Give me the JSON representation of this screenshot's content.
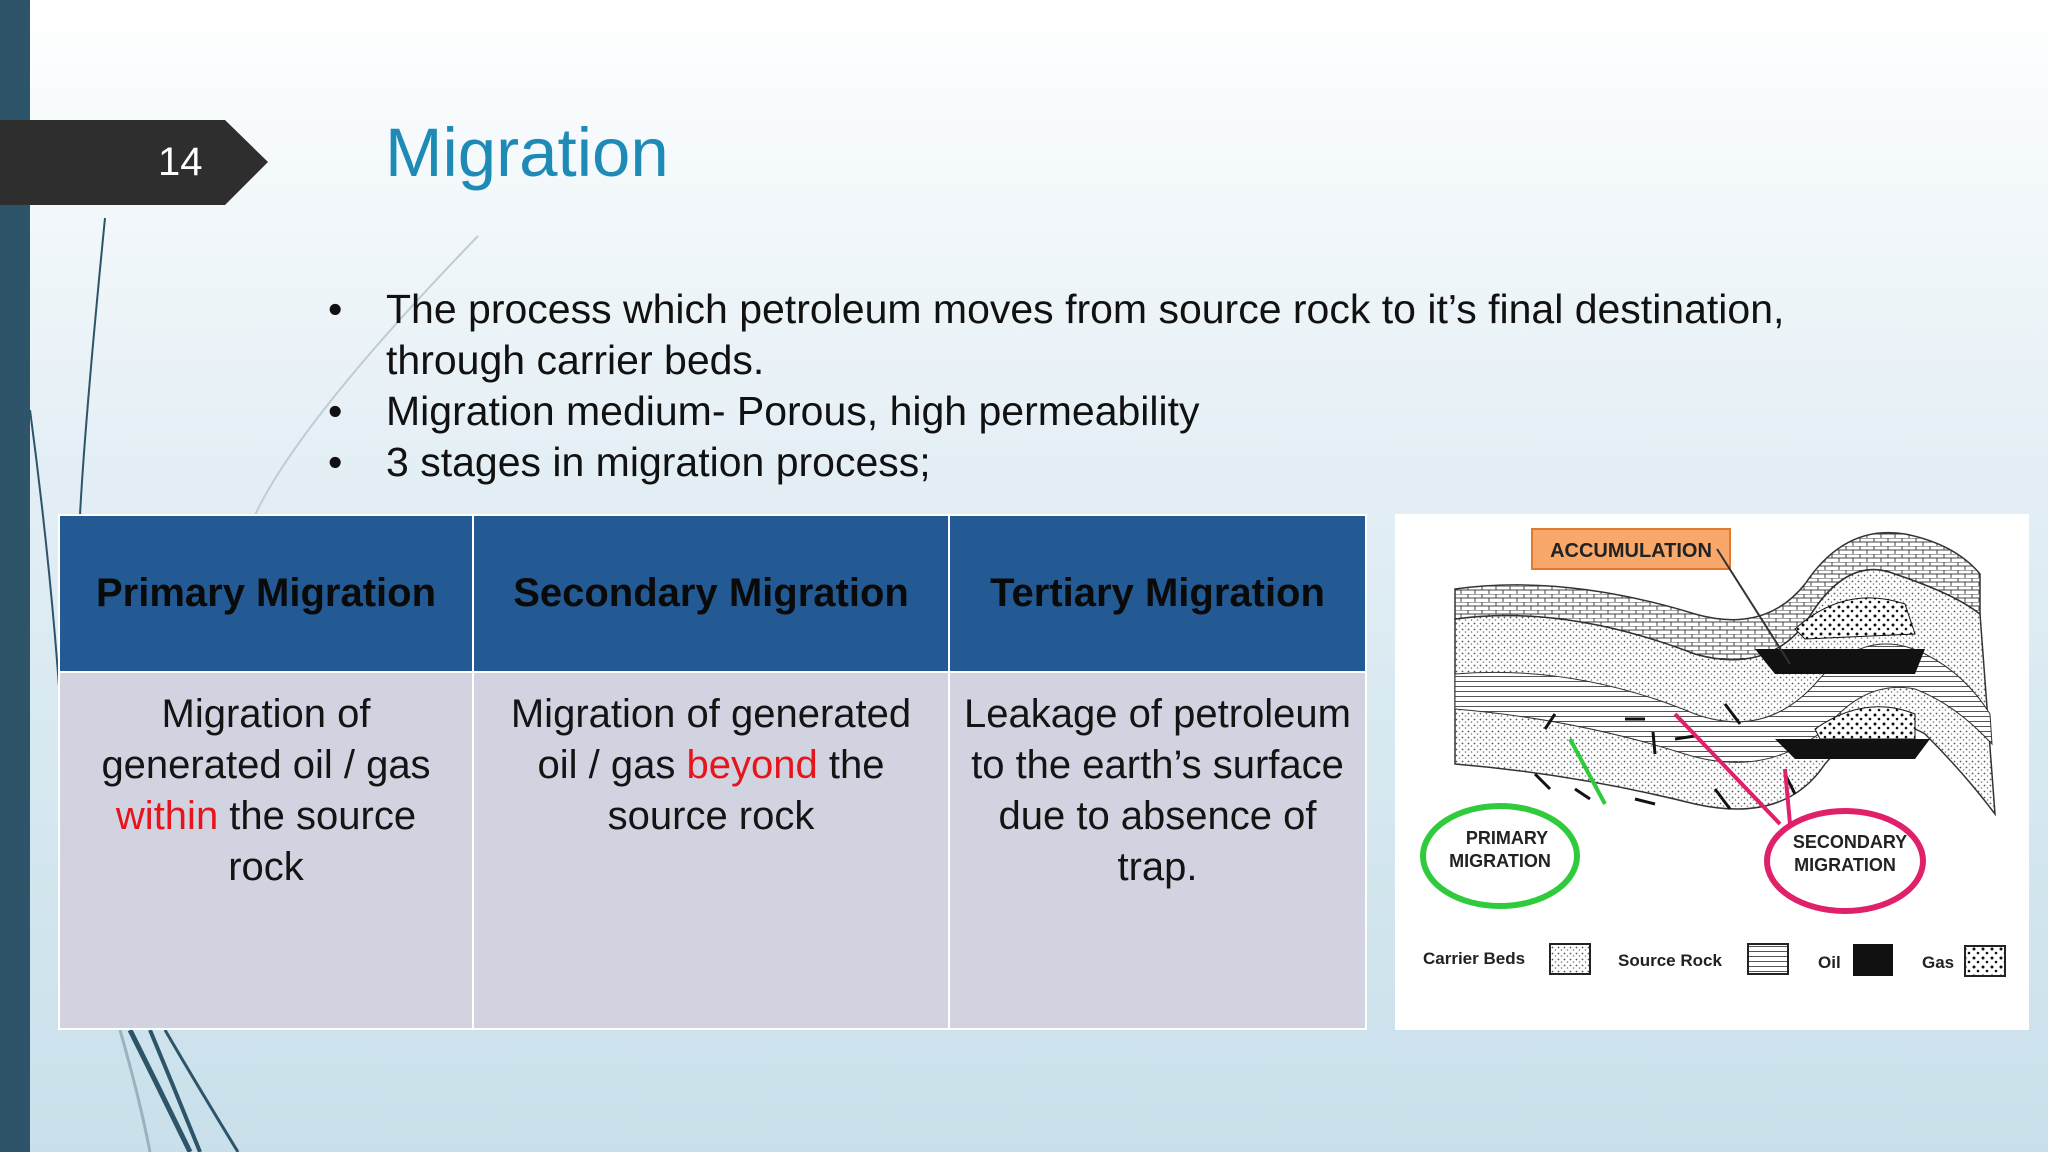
{
  "slide": {
    "number": "14",
    "title": "Migration",
    "bullets": [
      "The process which petroleum moves from source rock to it’s final destination, through carrier beds.",
      "Migration medium- Porous, high permeability",
      "3 stages in migration process;"
    ]
  },
  "table": {
    "headers": [
      "Primary Migration",
      "Secondary Migration",
      "Tertiary Migration"
    ],
    "primary": {
      "before": "Migration of generated oil / gas ",
      "highlight": "within",
      "after": " the source rock"
    },
    "secondary": {
      "before": "Migration of generated oil / gas ",
      "highlight": "beyond",
      "after": " the source rock"
    },
    "tertiary": {
      "text": "Leakage of petroleum to the earth’s surface due to absence of trap."
    },
    "highlight_color": "#e8141c",
    "header_color": "#235a93",
    "cell_color": "#d1d4e0"
  },
  "figure": {
    "accumulation_label": "ACCUMULATION",
    "primary_label": [
      "PRIMARY",
      "MIGRATION"
    ],
    "secondary_label": [
      "SECONDARY",
      "MIGRATION"
    ],
    "legend": [
      "Carrier Beds",
      "Source Rock",
      "Oil",
      "Gas"
    ],
    "primary_circle_color": "#2fcb3c",
    "secondary_circle_color": "#e0206a",
    "accumulation_box_color": "#f7a86a"
  }
}
